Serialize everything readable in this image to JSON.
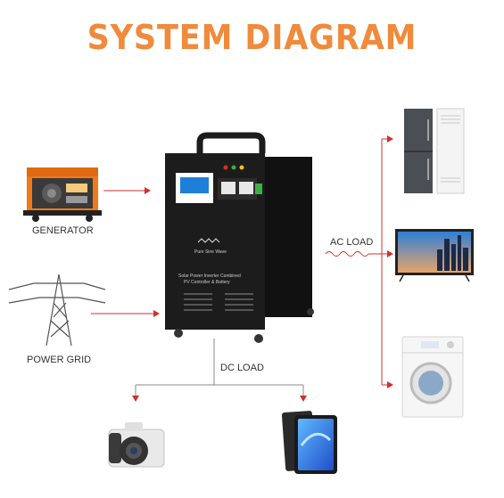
{
  "title": "SYSTEM DIAGRAM",
  "sources": [
    {
      "label": "GENERATOR",
      "icon": "generator-icon"
    },
    {
      "label": "POWER GRID",
      "icon": "power-grid-tower-icon"
    }
  ],
  "device": {
    "icon": "solar-power-inverter-unit",
    "badge_text": "Pure Sine Wave",
    "panel_text_1": "Solar Power Inverter Combined",
    "panel_text_2": "PV Controller & Battery"
  },
  "ac_load": {
    "label": "AC LOAD",
    "appliances": [
      "refrigerator-icon",
      "air-conditioner-icon",
      "television-icon",
      "washing-machine-icon"
    ]
  },
  "dc_load": {
    "label": "DC LOAD",
    "devices": [
      "camera-icon",
      "tablet-icon"
    ]
  },
  "colors": {
    "title": "#f08a3c",
    "arrow": "#d0312d",
    "device": "#1c1c1c"
  }
}
